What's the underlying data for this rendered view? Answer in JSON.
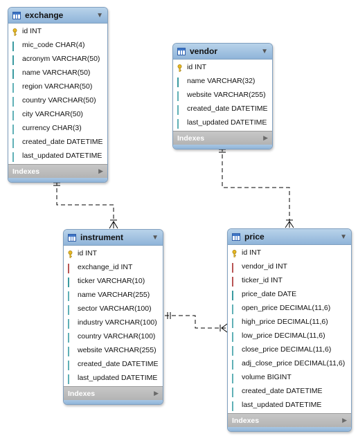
{
  "tables": {
    "exchange": {
      "title": "exchange",
      "indexes_label": "Indexes",
      "columns": [
        {
          "text": "id INT",
          "kind": "pk"
        },
        {
          "text": "mic_code CHAR(4)",
          "kind": "notnull"
        },
        {
          "text": "acronym VARCHAR(50)",
          "kind": "notnull"
        },
        {
          "text": "name VARCHAR(50)",
          "kind": "notnull"
        },
        {
          "text": "region VARCHAR(50)",
          "kind": "nullable"
        },
        {
          "text": "country VARCHAR(50)",
          "kind": "nullable"
        },
        {
          "text": "city VARCHAR(50)",
          "kind": "nullable"
        },
        {
          "text": "currency CHAR(3)",
          "kind": "nullable"
        },
        {
          "text": "created_date DATETIME",
          "kind": "nullable"
        },
        {
          "text": "last_updated DATETIME",
          "kind": "nullable"
        }
      ]
    },
    "vendor": {
      "title": "vendor",
      "indexes_label": "Indexes",
      "columns": [
        {
          "text": "id INT",
          "kind": "pk"
        },
        {
          "text": "name VARCHAR(32)",
          "kind": "notnull"
        },
        {
          "text": "website VARCHAR(255)",
          "kind": "nullable"
        },
        {
          "text": "created_date DATETIME",
          "kind": "nullable"
        },
        {
          "text": "last_updated DATETIME",
          "kind": "nullable"
        }
      ]
    },
    "instrument": {
      "title": "instrument",
      "indexes_label": "Indexes",
      "columns": [
        {
          "text": "id INT",
          "kind": "pk"
        },
        {
          "text": "exchange_id INT",
          "kind": "fk"
        },
        {
          "text": "ticker VARCHAR(10)",
          "kind": "notnull"
        },
        {
          "text": "name VARCHAR(255)",
          "kind": "nullable"
        },
        {
          "text": "sector VARCHAR(100)",
          "kind": "nullable"
        },
        {
          "text": "industry VARCHAR(100)",
          "kind": "nullable"
        },
        {
          "text": "country VARCHAR(100)",
          "kind": "nullable"
        },
        {
          "text": "website VARCHAR(255)",
          "kind": "nullable"
        },
        {
          "text": "created_date DATETIME",
          "kind": "nullable"
        },
        {
          "text": "last_updated DATETIME",
          "kind": "nullable"
        }
      ]
    },
    "price": {
      "title": "price",
      "indexes_label": "Indexes",
      "columns": [
        {
          "text": "id INT",
          "kind": "pk"
        },
        {
          "text": "vendor_id INT",
          "kind": "fk"
        },
        {
          "text": "ticker_id INT",
          "kind": "fk"
        },
        {
          "text": "price_date DATE",
          "kind": "notnull"
        },
        {
          "text": "open_price DECIMAL(11,6)",
          "kind": "nullable"
        },
        {
          "text": "high_price DECIMAL(11,6)",
          "kind": "nullable"
        },
        {
          "text": "low_price DECIMAL(11,6)",
          "kind": "nullable"
        },
        {
          "text": "close_price DECIMAL(11,6)",
          "kind": "nullable"
        },
        {
          "text": "adj_close_price DECIMAL(11,6)",
          "kind": "nullable"
        },
        {
          "text": "volume BIGINT",
          "kind": "nullable"
        },
        {
          "text": "created_date DATETIME",
          "kind": "nullable"
        },
        {
          "text": "last_updated DATETIME",
          "kind": "nullable"
        }
      ]
    }
  },
  "relationships": [
    {
      "from": "exchange",
      "to": "instrument",
      "type": "one-to-many"
    },
    {
      "from": "vendor",
      "to": "price",
      "type": "one-to-many"
    },
    {
      "from": "instrument",
      "to": "price",
      "type": "one-to-many"
    }
  ],
  "colors": {
    "header": "#8fb4d9",
    "pk_key": "#e8b923",
    "fk_diamond": "#e07f7f",
    "col_diamond": "#5fc3c9",
    "connector": "#000000"
  }
}
